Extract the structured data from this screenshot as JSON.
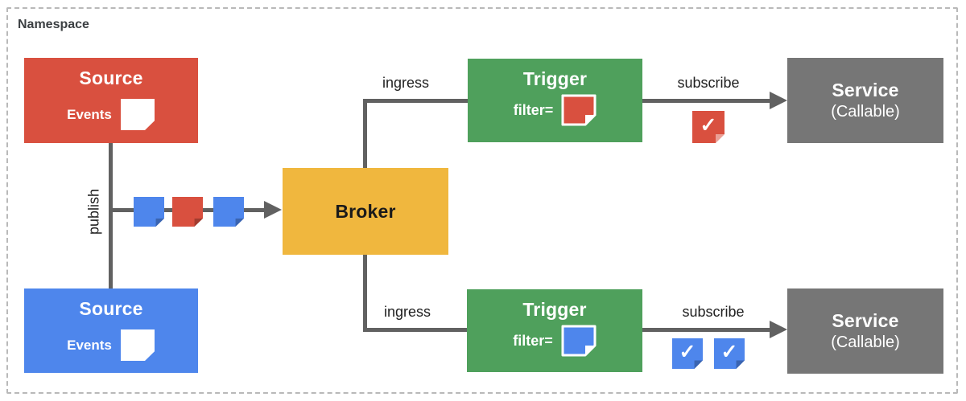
{
  "colors": {
    "red": "#D9503F",
    "blue": "#4E86EC",
    "green": "#4FA05C",
    "yellow": "#F0B73E",
    "gray": "#767676",
    "line": "#616161",
    "white": "#FFFFFF"
  },
  "namespace": {
    "label": "Namespace"
  },
  "sources": [
    {
      "title": "Source",
      "events_label": "Events",
      "color_key": "red"
    },
    {
      "title": "Source",
      "events_label": "Events",
      "color_key": "blue"
    }
  ],
  "broker": {
    "label": "Broker"
  },
  "triggers": [
    {
      "title": "Trigger",
      "filter_label": "filter=",
      "filter_color_key": "red"
    },
    {
      "title": "Trigger",
      "filter_label": "filter=",
      "filter_color_key": "blue"
    }
  ],
  "services": [
    {
      "title": "Service",
      "subtitle": "(Callable)"
    },
    {
      "title": "Service",
      "subtitle": "(Callable)"
    }
  ],
  "edge_labels": {
    "publish": "publish",
    "ingress_top": "ingress",
    "ingress_bottom": "ingress",
    "subscribe_top": "subscribe",
    "subscribe_bottom": "subscribe"
  },
  "event_stream": [
    {
      "color_key": "blue"
    },
    {
      "color_key": "red"
    },
    {
      "color_key": "blue"
    }
  ],
  "delivered_events": {
    "top": [
      {
        "color_key": "red",
        "check": "✓"
      }
    ],
    "bottom": [
      {
        "color_key": "blue",
        "check": "✓"
      },
      {
        "color_key": "blue",
        "check": "✓"
      }
    ]
  }
}
